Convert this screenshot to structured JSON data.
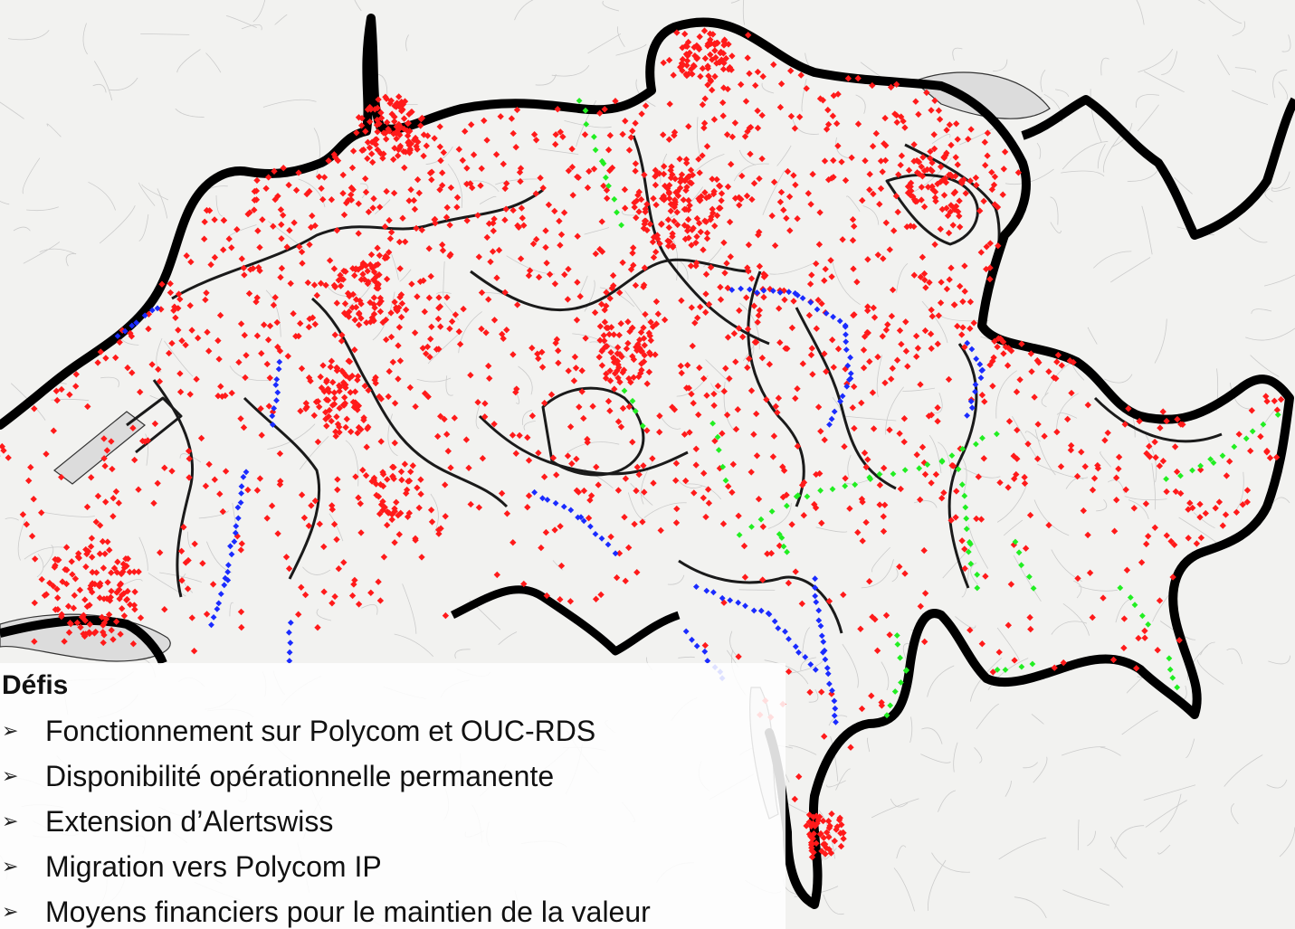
{
  "map": {
    "colors": {
      "background": "#f2f2f0",
      "terrain_lines": "#bfbfbf",
      "national_border": "#000000",
      "canton_border": "#1a1a1a",
      "sites_red": "#ff1a1a",
      "sites_blue": "#1a2bff",
      "sites_green": "#22ee22",
      "lake": "#dcdcdc"
    },
    "icons": [
      "bullet-arrow-icon"
    ]
  },
  "panel": {
    "title": "Défis",
    "items": [
      {
        "label": "Fonctionnement sur Polycom et OUC-RDS"
      },
      {
        "label": "Disponibilité opérationnelle permanente"
      },
      {
        "label": "Extension d’Alertswiss"
      },
      {
        "label": "Migration vers Polycom IP"
      },
      {
        "label": "Moyens financiers pour le maintien de la valeur"
      }
    ]
  }
}
